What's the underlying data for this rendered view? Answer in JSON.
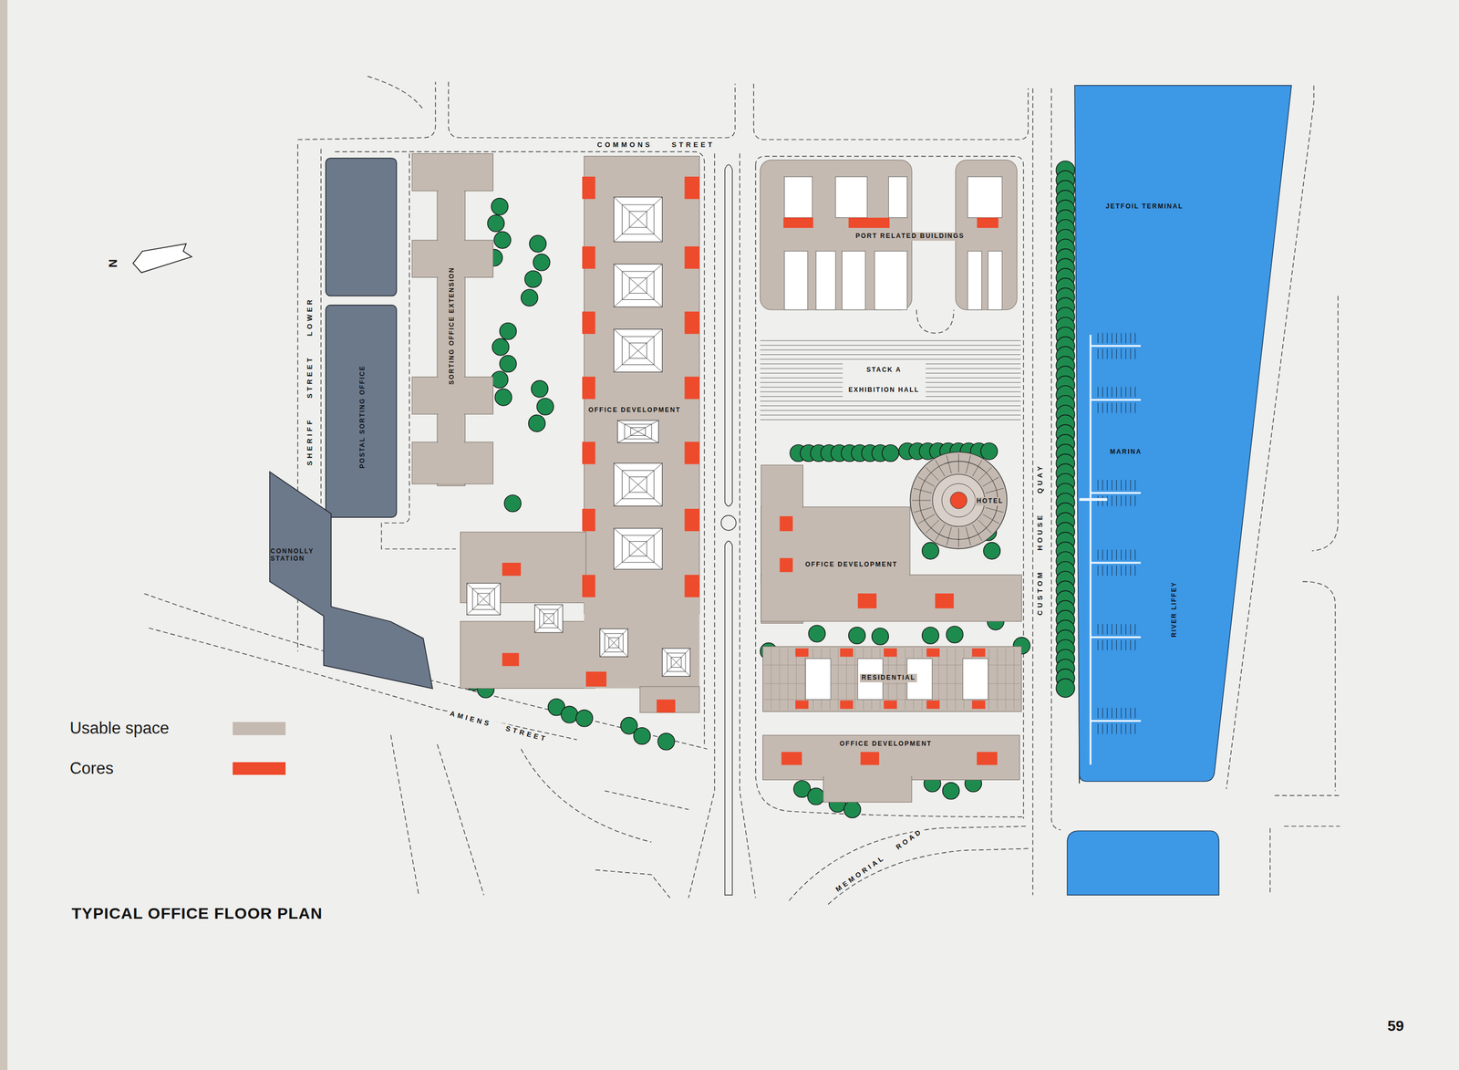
{
  "diagram": {
    "title": "TYPICAL OFFICE FLOOR PLAN",
    "nodes": [
      {
        "text": [
          "POSTAL SORTING OFFICE"
        ]
      },
      {
        "text": [
          "CONNOLLY STATION"
        ]
      },
      {
        "text": [
          "SORTING OFFICE EXTENSION"
        ]
      },
      {
        "text": [
          "OFFICE DEVELOPMENT"
        ]
      },
      {
        "text": [
          "PORT RELATED BUILDINGS"
        ]
      },
      {
        "text": [
          "STACK A EXHIBITION HALL"
        ]
      },
      {
        "text": [
          "HOTEL"
        ]
      },
      {
        "text": [
          "OFFICE DEVELOPMENT"
        ]
      },
      {
        "text": [
          "RESIDENTIAL"
        ]
      },
      {
        "text": [
          "OFFICE DEVELOPMENT"
        ]
      },
      {
        "text": [
          "RIVER LIFFEY"
        ]
      }
    ],
    "labels": [
      "N",
      "COMMONS STREET",
      "SHERIFF STREET LOWER",
      "AMIENS STREET",
      "MEMORIAL ROAD",
      "CUSTOM HOUSE QUAY",
      "JETFOIL TERMINAL",
      "MARINA",
      "59"
    ],
    "legend": [
      {
        "text": "Usable space",
        "color": "#c5bab1"
      },
      {
        "text": "Cores",
        "color": "#ee4a2c"
      }
    ]
  }
}
